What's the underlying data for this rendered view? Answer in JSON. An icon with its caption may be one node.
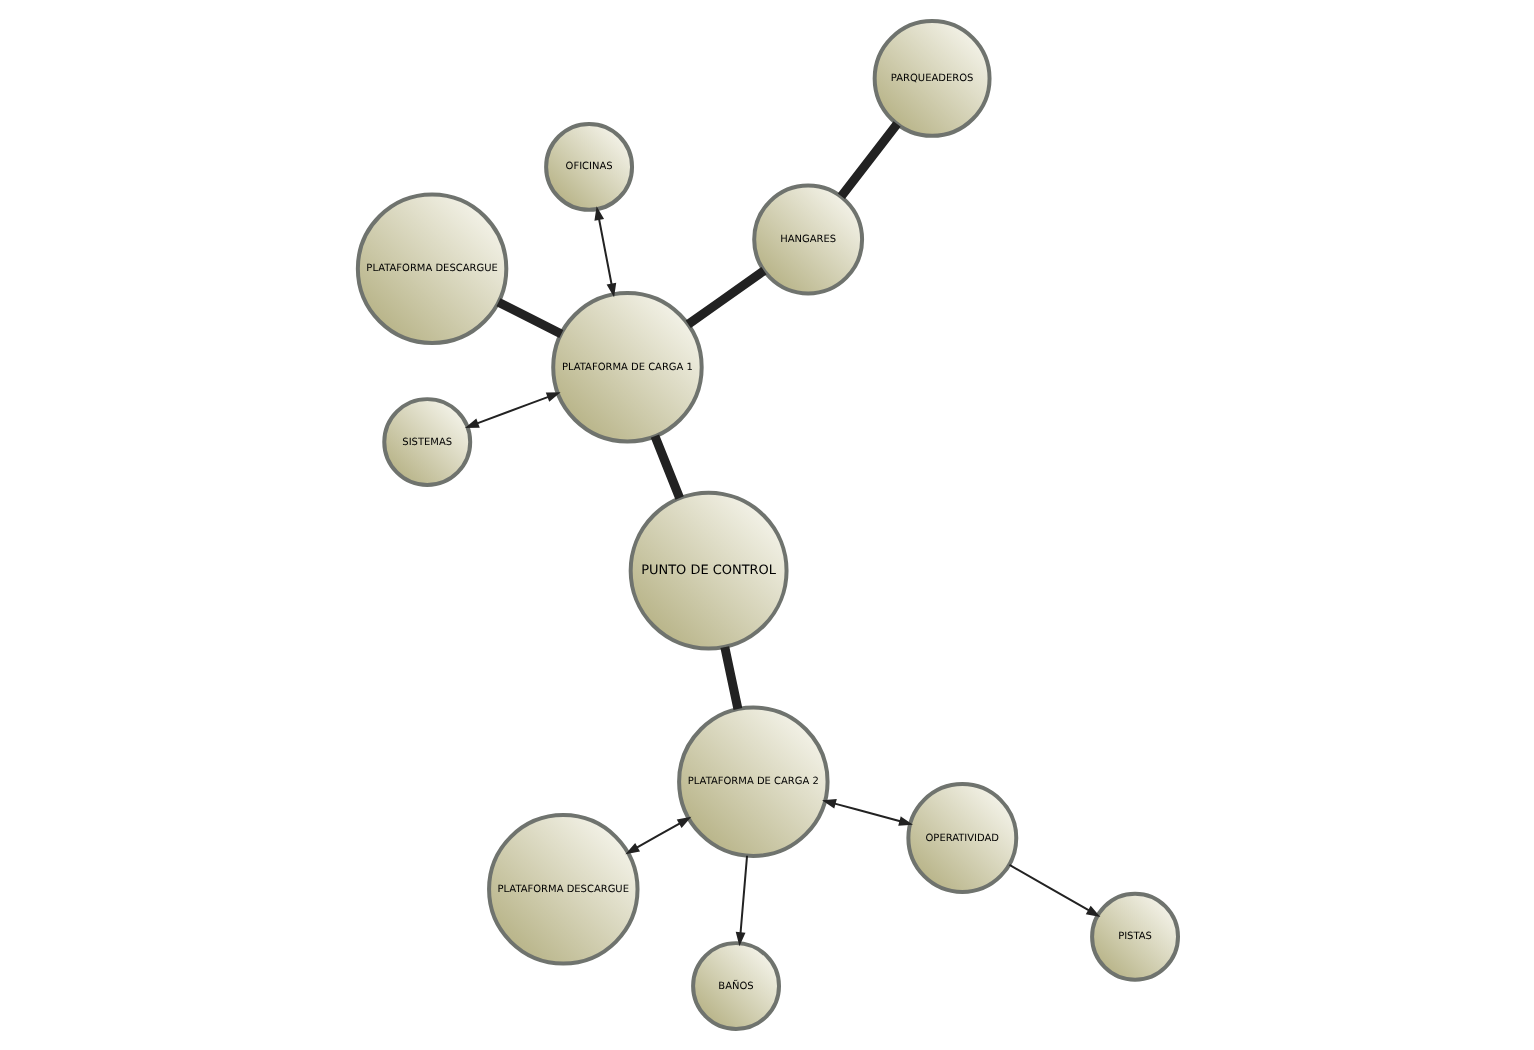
{
  "diagram": {
    "nodes": [
      {
        "text": [
          "PUNTO DE CONTROL"
        ]
      },
      {
        "text": [
          "HANGARES"
        ]
      },
      {
        "text": [
          "SISTEMAS"
        ]
      },
      {
        "text": [
          "PLATAFORMA DE CARGA 1"
        ]
      },
      {
        "text": [
          "PARQUEADEROS"
        ]
      },
      {
        "text": [
          "OFICINAS"
        ]
      },
      {
        "text": [
          "PLATAFORMA DESCARGUE"
        ]
      },
      {
        "text": [
          "PISTAS"
        ]
      },
      {
        "text": [
          "OPERATIVIDAD"
        ]
      },
      {
        "text": [
          "PLATAFORMA DE CARGA 2"
        ]
      },
      {
        "text": [
          "BAÑOS"
        ]
      },
      {
        "text": [
          "PLATAFORMA DESCARGUE"
        ]
      }
    ],
    "edges": [
      {
        "from": 3,
        "to": 0,
        "arrow": "none",
        "style": "thick"
      },
      {
        "from": 0,
        "to": 9,
        "arrow": "none",
        "style": "thick"
      },
      {
        "from": 1,
        "to": 3,
        "arrow": "none",
        "style": "thick"
      },
      {
        "from": 1,
        "to": 4,
        "arrow": "none",
        "style": "thick"
      },
      {
        "from": 3,
        "to": 6,
        "arrow": "none",
        "style": "thick"
      },
      {
        "from": 2,
        "to": 3,
        "arrow": "both"
      },
      {
        "from": 3,
        "to": 5,
        "arrow": "both"
      },
      {
        "from": 8,
        "to": 9,
        "arrow": "both"
      },
      {
        "from": 9,
        "to": 10,
        "arrow": "to"
      },
      {
        "from": 9,
        "to": 11,
        "arrow": "both"
      },
      {
        "from": 8,
        "to": 7,
        "arrow": "to"
      }
    ]
  }
}
